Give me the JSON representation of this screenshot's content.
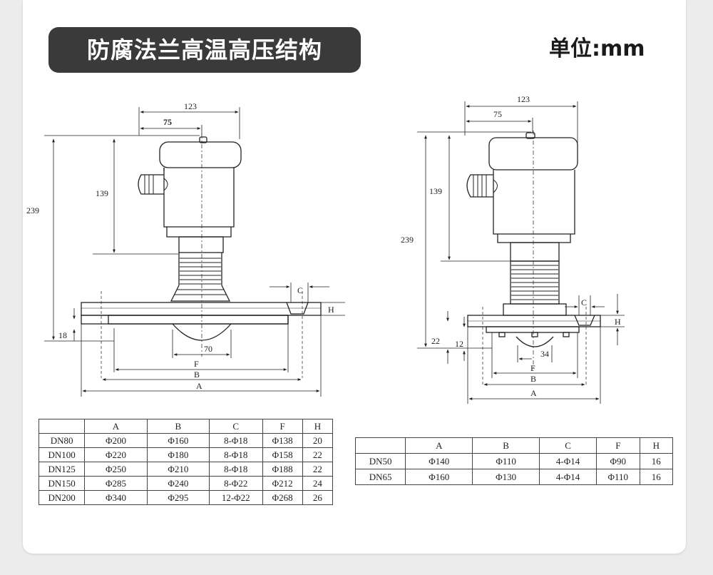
{
  "header": {
    "title": "防腐法兰高温高压结构",
    "unit": "单位:mm"
  },
  "colors": {
    "title_bg": "#3a3a3a",
    "title_fg": "#ffffff",
    "line": "#222222",
    "card": "#ffffff",
    "page": "#ececec"
  },
  "left_drawing": {
    "dims": {
      "d123": "123",
      "d75": "75",
      "d139": "139",
      "d239": "239",
      "d18": "18",
      "d70": "70",
      "C": "C",
      "H": "H",
      "F": "F",
      "B": "B",
      "A": "A"
    }
  },
  "right_drawing": {
    "dims": {
      "d123": "123",
      "d75": "75",
      "d139": "139",
      "d239": "239",
      "d22": "22",
      "d12": "12",
      "d34": "34",
      "C": "C",
      "H": "H",
      "F": "F",
      "B": "B",
      "A": "A"
    }
  },
  "table_left": {
    "headers": [
      "",
      "A",
      "B",
      "C",
      "F",
      "H"
    ],
    "rows": [
      [
        "DN80",
        "Φ200",
        "Φ160",
        "8-Φ18",
        "Φ138",
        "20"
      ],
      [
        "DN100",
        "Φ220",
        "Φ180",
        "8-Φ18",
        "Φ158",
        "22"
      ],
      [
        "DN125",
        "Φ250",
        "Φ210",
        "8-Φ18",
        "Φ188",
        "22"
      ],
      [
        "DN150",
        "Φ285",
        "Φ240",
        "8-Φ22",
        "Φ212",
        "24"
      ],
      [
        "DN200",
        "Φ340",
        "Φ295",
        "12-Φ22",
        "Φ268",
        "26"
      ]
    ]
  },
  "table_right": {
    "headers": [
      "",
      "A",
      "B",
      "C",
      "F",
      "H"
    ],
    "rows": [
      [
        "DN50",
        "Φ140",
        "Φ110",
        "4-Φ14",
        "Φ90",
        "16"
      ],
      [
        "DN65",
        "Φ160",
        "Φ130",
        "4-Φ14",
        "Φ110",
        "16"
      ]
    ]
  }
}
